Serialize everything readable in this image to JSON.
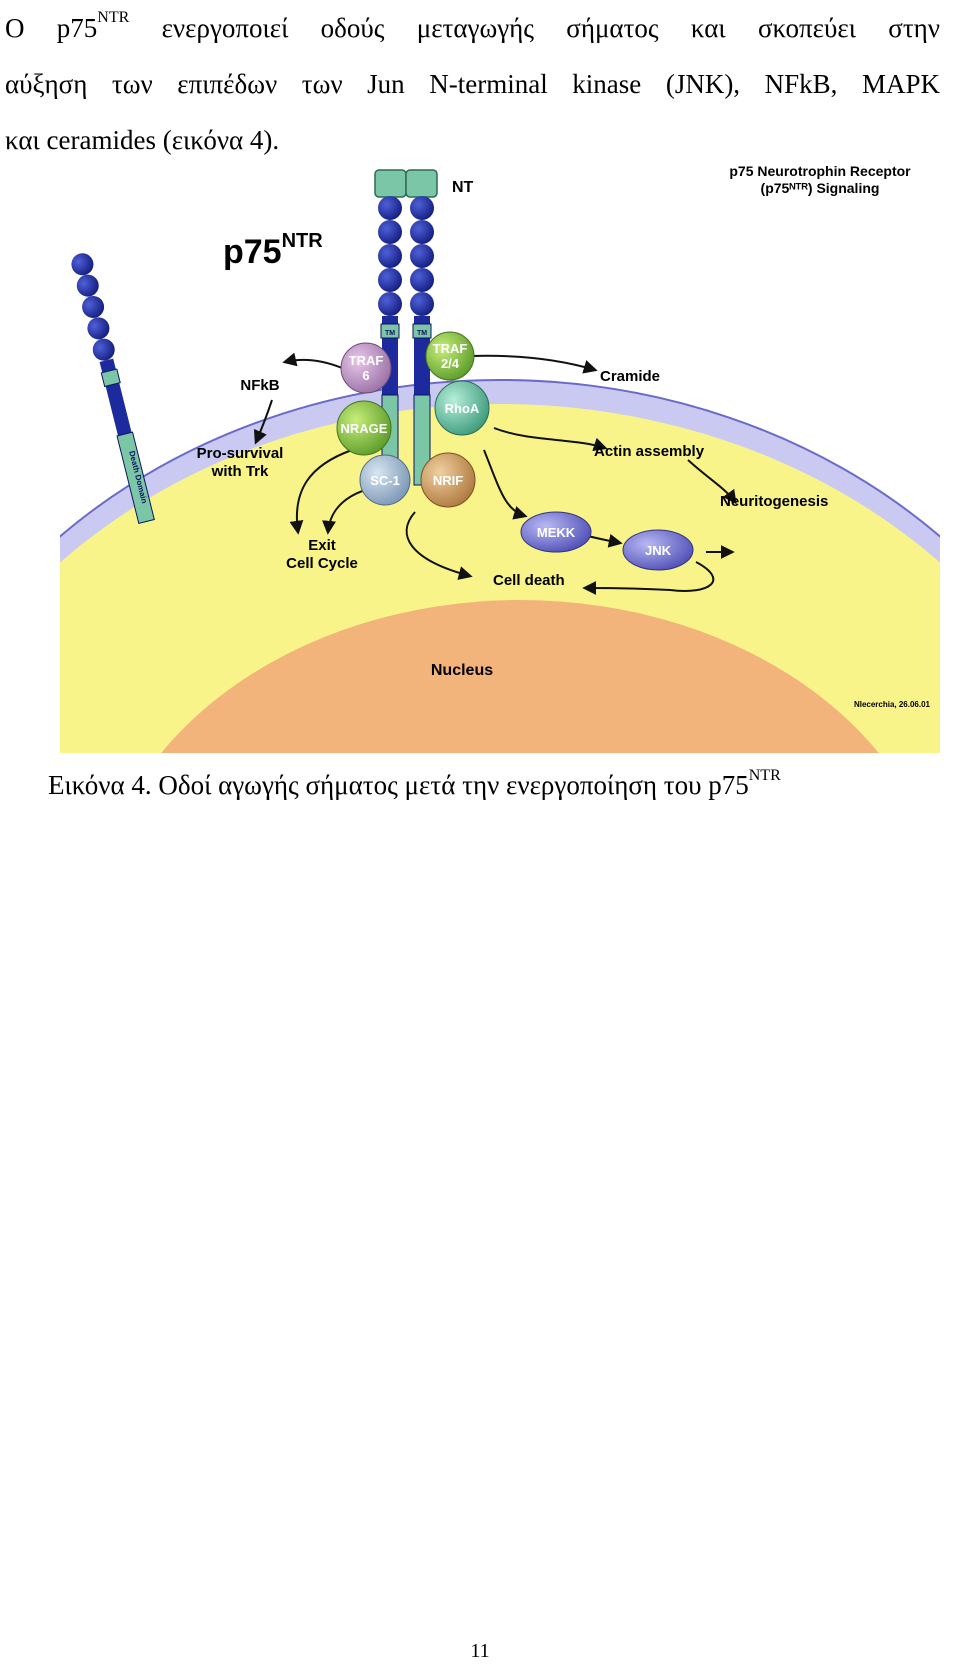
{
  "paragraph": {
    "line1_a": "Ο p75",
    "line1_sup": "NTR",
    "line1_b": " ενεργοποιεί οδούς μεταγωγής σήματος και σκοπεύει στην",
    "line2": "αύξηση των επιπέδων των Jun N-terminal kinase (JNK), NFkB, MAPK",
    "line3": "και ceramides (εικόνα 4)."
  },
  "figure": {
    "title_line1": "p75 Neurotrophin Receptor",
    "title_line2": "(p75ᴺᵀᴿ) Signaling",
    "receptor_label": "p75",
    "receptor_label_sup": "NTR",
    "ligand_label": "NT",
    "tm_label": "TM",
    "death_domain_label": "Death Domain",
    "nodes": {
      "traf6_a": "TRAF",
      "traf6_b": "6",
      "traf24_a": "TRAF",
      "traf24_b": "2/4",
      "nrage": "NRAGE",
      "rhoa": "RhoA",
      "sc1": "SC-1",
      "nrif": "NRIF",
      "mekk": "MEKK",
      "jnk": "JNK"
    },
    "outcomes": {
      "nfkb": "NFkB",
      "pro_survival_a": "Pro-survival",
      "pro_survival_b": "with Trk",
      "exit_a": "Exit",
      "exit_b": "Cell Cycle",
      "cramide": "Cramide",
      "actin": "Actin assembly",
      "neuritogenesis": "Neuritogenesis",
      "cell_death": "Cell death",
      "nucleus": "Nucleus"
    },
    "credit": "Nlecerchia, 26.06.01",
    "colors": {
      "cytoplasm": "#f8f48a",
      "membrane": "#b9b9ea",
      "nucleus": "#f3b47b",
      "receptor": "#1c2a9e",
      "ligand": "#7bc6a6"
    }
  },
  "caption": {
    "text": "Εικόνα 4. Οδοί αγωγής σήματος μετά την ενεργοποίηση του p75",
    "sup": "NTR"
  },
  "page_number": "11"
}
